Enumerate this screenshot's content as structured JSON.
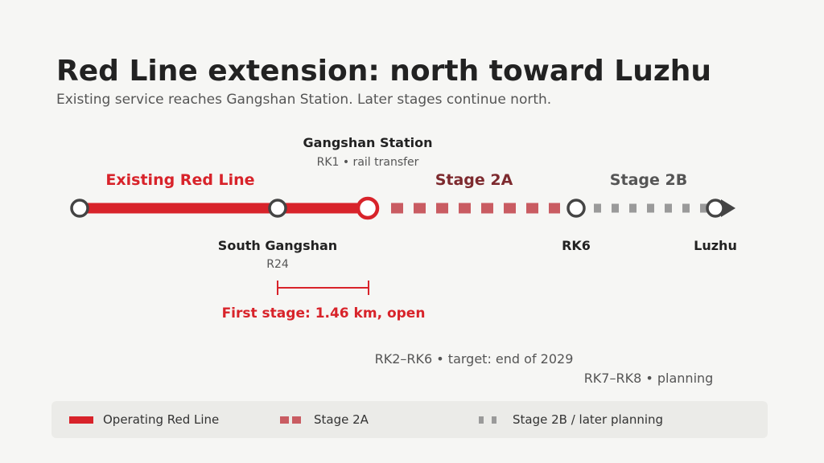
{
  "title": "Red Line extension: north toward Luzhu",
  "subtitle": "Existing service reaches Gangshan Station. Later stages continue north.",
  "colors": {
    "existing": "#d8232a",
    "stage2a": "#c95c62",
    "stage2a_label": "#7d2a2e",
    "stage2b": "#9a9a9a",
    "station_stroke": "#444444"
  },
  "segments": {
    "existing": "Existing Red Line",
    "stage2a": "Stage 2A",
    "stage2b": "Stage 2B"
  },
  "stations": {
    "gangshan": {
      "name": "Gangshan Station",
      "code": "RK1 • rail transfer"
    },
    "south_gangshan": {
      "name": "South Gangshan",
      "code": "R24"
    },
    "rk6": {
      "name": "RK6"
    },
    "luzhu": {
      "name": "Luzhu"
    }
  },
  "first_stage": "First stage: 1.46 km, open",
  "notes": {
    "stage2a": "RK2–RK6 • target: end of 2029",
    "stage2b": "RK7–RK8 • planning"
  },
  "legend": {
    "operating": "Operating Red Line",
    "stage2a": "Stage 2A",
    "stage2b": "Stage 2B / later planning"
  }
}
